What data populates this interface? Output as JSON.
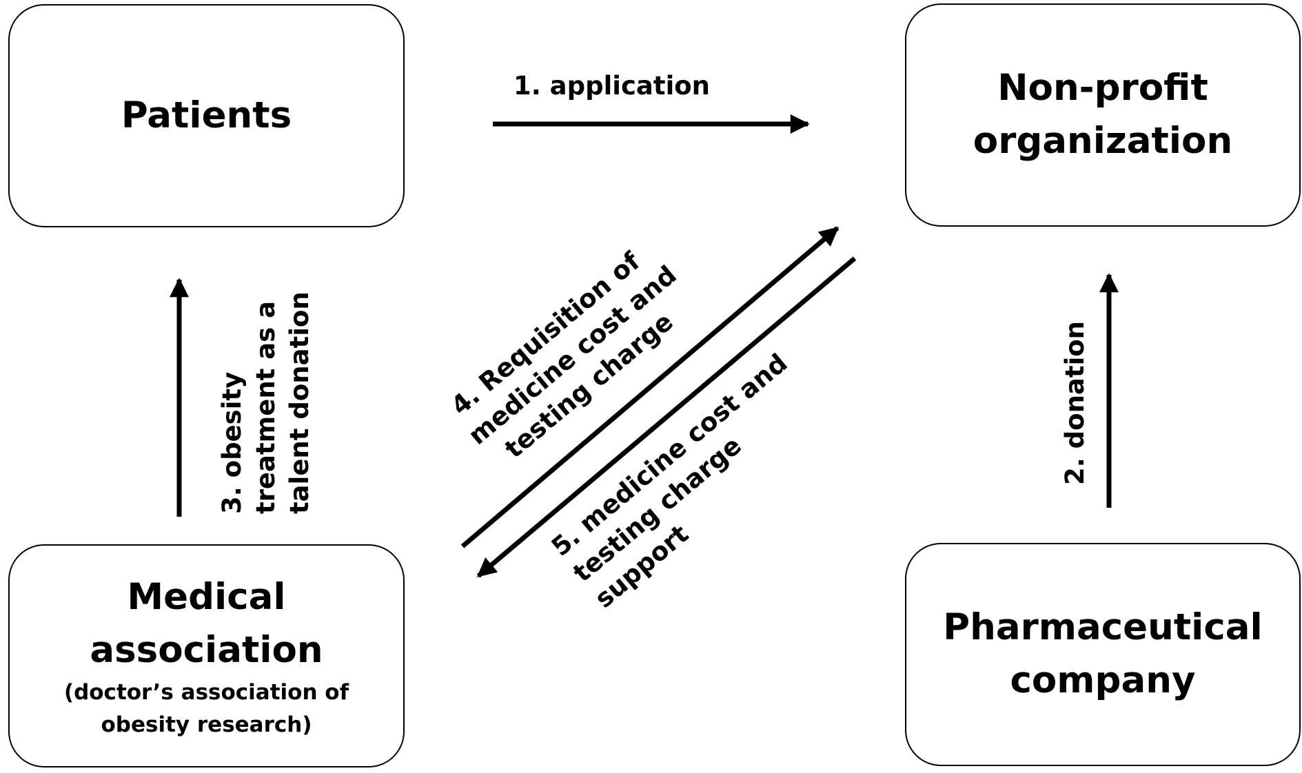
{
  "nodes": {
    "patients": {
      "title": "Patients"
    },
    "nonprofit": {
      "title_line1": "Non-profit",
      "title_line2": "organization"
    },
    "medical": {
      "title_line1": "Medical",
      "title_line2": "association",
      "sub_line1": "(doctor’s association of",
      "sub_line2": "obesity research)"
    },
    "pharma": {
      "title_line1": "Pharmaceutical",
      "title_line2": "company"
    }
  },
  "edges": {
    "application": {
      "label": "1. application"
    },
    "donation": {
      "label": "2. donation"
    },
    "obesity_treatment": {
      "line1": "3. obesity",
      "line2": "treatment as a",
      "line3": "talent donation"
    },
    "requisition": {
      "line1": "4. Requisition of",
      "line2": "medicine cost and",
      "line3": "testing charge"
    },
    "support": {
      "line1": "5. medicine cost and",
      "line2": "testing charge",
      "line3": "support"
    }
  }
}
